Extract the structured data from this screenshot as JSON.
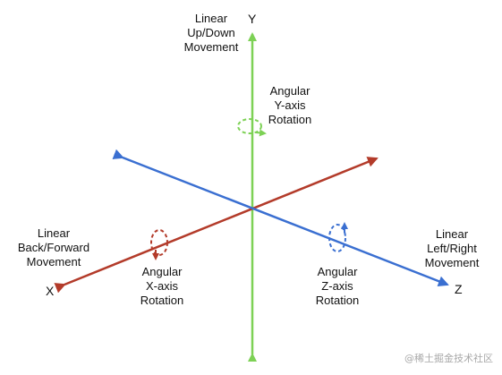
{
  "axes": {
    "y": {
      "letter": "Y",
      "color": "#7dd155"
    },
    "x": {
      "letter": "X",
      "color": "#b33b2a"
    },
    "z": {
      "letter": "Z",
      "color": "#3a6fd1"
    }
  },
  "labels": {
    "linear_y": [
      "Linear",
      "Up/Down",
      "Movement"
    ],
    "angular_y": [
      "Angular",
      "Y-axis",
      "Rotation"
    ],
    "linear_x": [
      "Linear",
      "Back/Forward",
      "Movement"
    ],
    "angular_x": [
      "Angular",
      "X-axis",
      "Rotation"
    ],
    "angular_z": [
      "Angular",
      "Z-axis",
      "Rotation"
    ],
    "linear_z": [
      "Linear",
      "Left/Right",
      "Movement"
    ]
  },
  "watermark": "@稀土掘金技术社区"
}
